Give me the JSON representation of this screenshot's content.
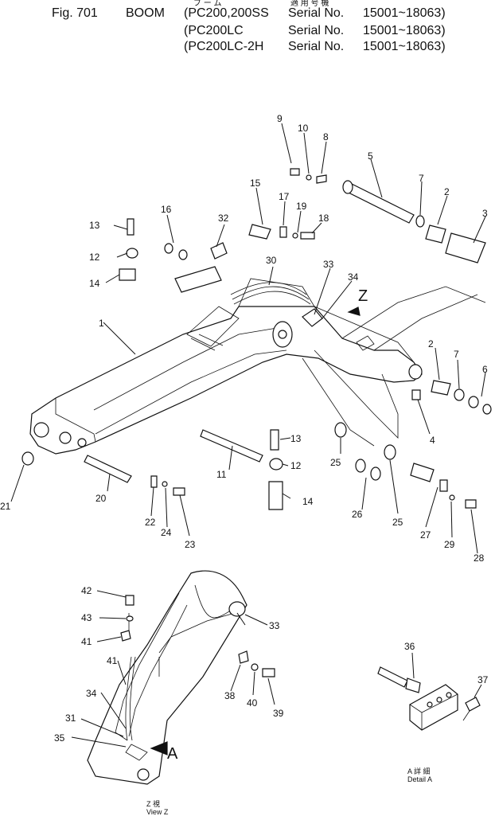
{
  "header": {
    "fig_label": "Fig. 701",
    "title": "BOOM",
    "jp_title": "ブ ー ム",
    "jp_applicable": "適 用 号 機",
    "models": [
      {
        "model": "PC200,200SS",
        "serial_label": "Serial No.",
        "serial_range": "15001~18063"
      },
      {
        "model": "PC200LC",
        "serial_label": "Serial No.",
        "serial_range": "15001~18063"
      },
      {
        "model": "PC200LC-2H",
        "serial_label": "Serial No.",
        "serial_range": "15001~18063"
      }
    ]
  },
  "main_view": {
    "direction_marker": "Z",
    "callouts": [
      "1",
      "2",
      "3",
      "4",
      "5",
      "6",
      "7",
      "8",
      "9",
      "10",
      "11",
      "12",
      "13",
      "14",
      "15",
      "16",
      "17",
      "18",
      "19",
      "20",
      "21",
      "22",
      "23",
      "24",
      "25",
      "26",
      "27",
      "28",
      "29",
      "30",
      "32",
      "33",
      "34",
      "2",
      "7",
      "12",
      "13",
      "14",
      "25"
    ]
  },
  "view_z": {
    "label_jp": "Z 視",
    "label_en": "View Z",
    "arrow_marker": "A",
    "callouts": [
      "42",
      "43",
      "41",
      "33",
      "41",
      "34",
      "31",
      "35",
      "38",
      "40",
      "39"
    ]
  },
  "detail_a": {
    "label_jp": "A 詳 細",
    "label_en": "Detail A",
    "callouts": [
      "36",
      "37"
    ]
  },
  "colors": {
    "ink": "#111111",
    "paper": "#ffffff"
  }
}
